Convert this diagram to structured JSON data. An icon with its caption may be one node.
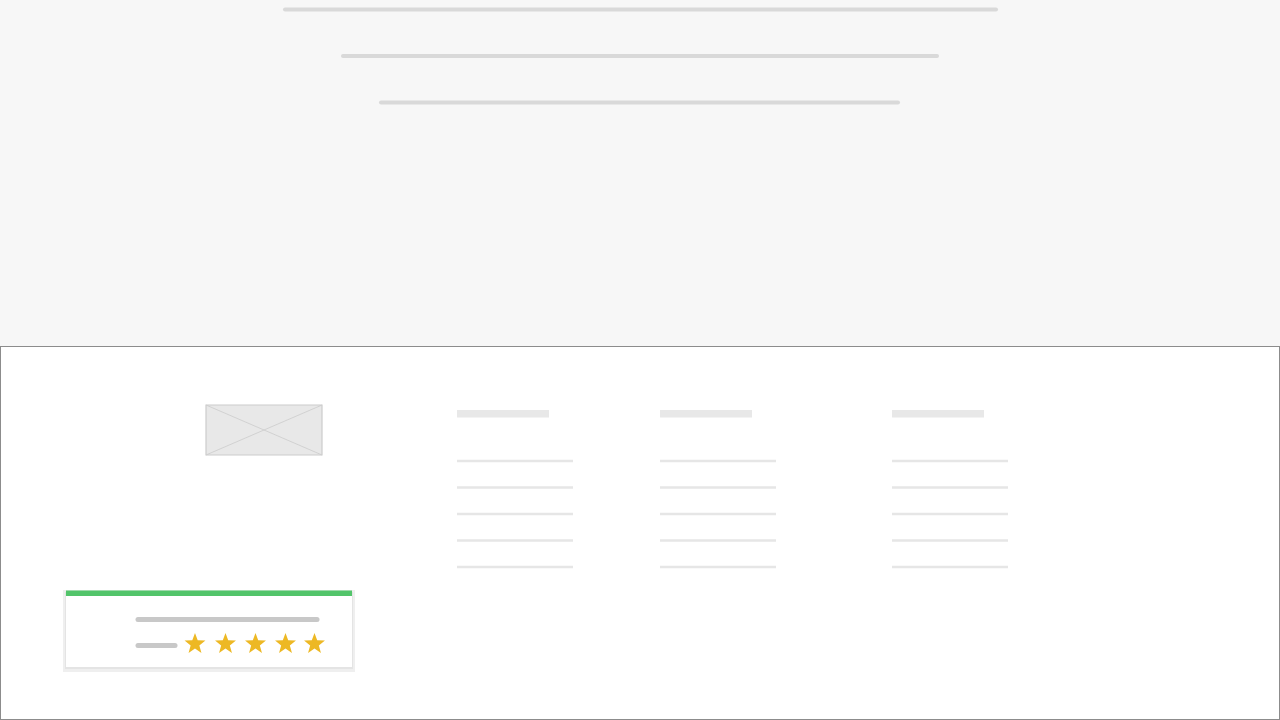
{
  "diagram": {
    "nodes": [
      {
        "text": [],
        "shape": "box"
      },
      {
        "text": [],
        "shape": "box",
        "in": 0
      },
      {
        "text": [],
        "shape": "box",
        "in": 0
      }
    ]
  }
}
